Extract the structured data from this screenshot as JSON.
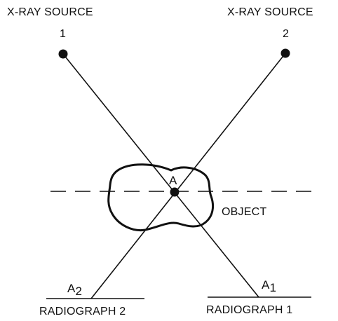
{
  "sources": [
    {
      "title": "X-RAY SOURCE",
      "number": "1"
    },
    {
      "title": "X-RAY SOURCE",
      "number": "2"
    }
  ],
  "object_label": "OBJECT",
  "point_label": "A",
  "projections": [
    {
      "base": "A",
      "sub": "2"
    },
    {
      "base": "A",
      "sub": "1"
    }
  ],
  "radiographs": [
    {
      "label": "RADIOGRAPH 2"
    },
    {
      "label": "RADIOGRAPH 1"
    }
  ]
}
